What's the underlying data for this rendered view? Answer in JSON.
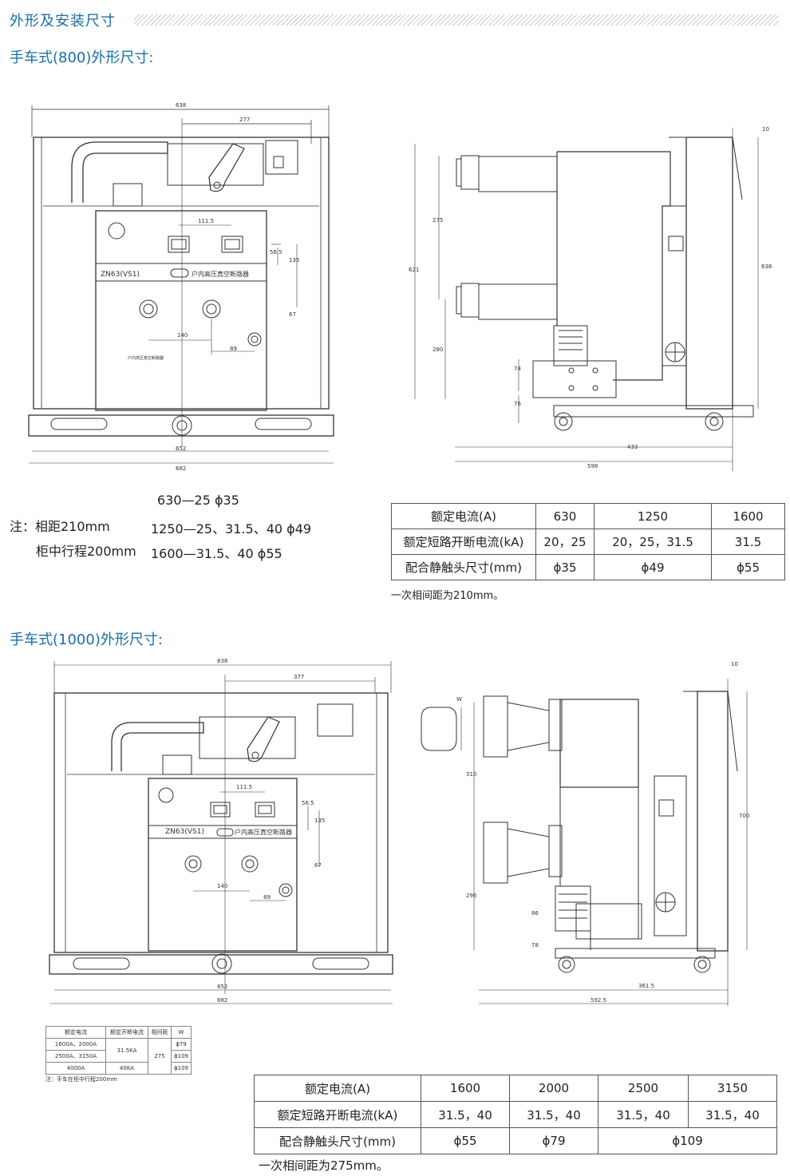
{
  "header": {
    "title": "外形及安装尺寸"
  },
  "section1": {
    "title": "手车式(800)外形尺寸:",
    "front": {
      "dims": {
        "d638": "638",
        "d277": "277",
        "d1115": "111.5",
        "d565": "56.5",
        "d135": "135",
        "d67": "67",
        "d140": "140",
        "d89": "89",
        "d652": "652",
        "d682": "682"
      },
      "model": "ZN63(VS1)",
      "name": "户内高压真空断路器",
      "sub": "户内高压真空断路器"
    },
    "side": {
      "dims": {
        "d10": "10",
        "d275": "275",
        "d621": "621",
        "d280": "280",
        "d74": "74",
        "d76": "76",
        "d433": "433",
        "d598": "598",
        "d638": "638"
      }
    },
    "notes": {
      "line1": "630—25  ϕ35",
      "line2_label": "注：相距210mm",
      "line2": "1250—25、31.5、40  ϕ49",
      "line3_label": "柜中行程200mm",
      "line3": "1600—31.5、40  ϕ55"
    },
    "table": {
      "rows": [
        [
          "额定电流(A)",
          "630",
          "1250",
          "1600"
        ],
        [
          "额定短路开断电流(kA)",
          "20，25",
          "20，25，31.5",
          "31.5"
        ],
        [
          "配合静触头尺寸(mm)",
          "ϕ35",
          "ϕ49",
          "ϕ55"
        ]
      ],
      "caption": "一次相间距为210mm。"
    }
  },
  "section2": {
    "title": "手车式(1000)外形尺寸:",
    "front": {
      "dims": {
        "d838": "838",
        "d377": "377",
        "d1115": "111.5",
        "d565": "56.5",
        "d135": "135",
        "d67": "67",
        "d140": "140",
        "d89": "89",
        "d852": "852",
        "d882": "882"
      },
      "model": "ZN63(VS1)",
      "name": "户内高压真空断路器"
    },
    "side": {
      "dims": {
        "d10": "10",
        "dW": "W",
        "d310": "310",
        "d700": "700",
        "d296": "296",
        "d86": "86",
        "d78": "78",
        "d3615": "361.5",
        "d5925": "592.5"
      }
    },
    "small_table": {
      "header": [
        "额定电流",
        "额定开断电流",
        "相间距",
        "W"
      ],
      "r1": [
        "1600A、2000A",
        "31.5KA",
        "275",
        "ϕ79"
      ],
      "r2": [
        "2500A、3150A",
        "40KA",
        "ϕ109"
      ],
      "r3": [
        "4000A",
        "ϕ109"
      ],
      "note": "注：手车在柜中行程200mm"
    },
    "table": {
      "rows": [
        [
          "额定电流(A)",
          "1600",
          "2000",
          "2500",
          "3150"
        ],
        [
          "额定短路开断电流(kA)",
          "31.5，40",
          "31.5，40",
          "31.5，40",
          "31.5，40"
        ],
        [
          "配合静触头尺寸(mm)",
          "ϕ55",
          "ϕ79",
          "ϕ109"
        ]
      ],
      "caption": "一次相间距为275mm。"
    }
  }
}
